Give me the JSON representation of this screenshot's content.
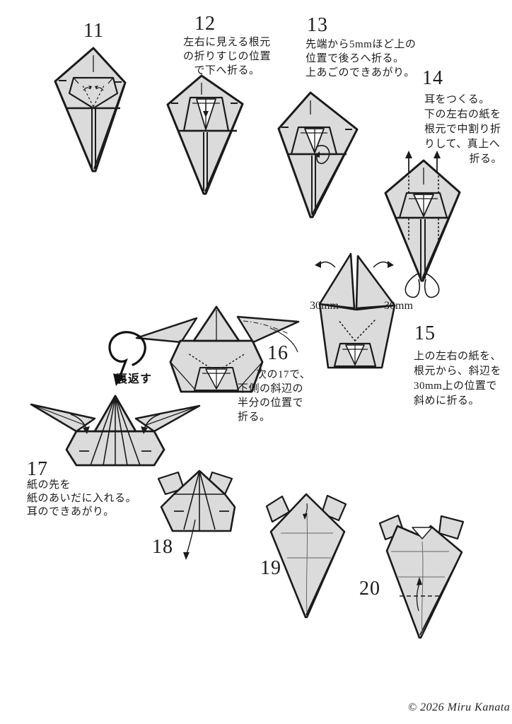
{
  "page": {
    "copyright": "© 2026 Miru Kanata"
  },
  "labels": {
    "turn_over": "裏返す",
    "measure_left": "30mm",
    "measure_right": "30mm"
  },
  "colors": {
    "paper_fill": "#dbdbdb",
    "line": "#1b1b1b",
    "background": "#ffffff"
  },
  "steps": [
    {
      "number": "11",
      "lines": []
    },
    {
      "number": "12",
      "lines": [
        "左右に見える根元",
        "の折りすじの位置",
        "で下へ折る。"
      ]
    },
    {
      "number": "13",
      "lines": [
        "先端から5mmほど上の",
        "位置で後ろへ折る。",
        "上あごのできあがり。"
      ]
    },
    {
      "number": "14",
      "lines": [
        "耳をつくる。",
        "下の左右の紙を",
        "根元で中割り折",
        "りして、真上へ",
        "折る。"
      ]
    },
    {
      "number": "15",
      "lines": [
        "上の左右の紙を、",
        "根元から、斜辺を",
        "30mm上の位置で",
        "斜めに折る。"
      ]
    },
    {
      "number": "16",
      "lines": [
        "次の17で、",
        "下側の斜辺の",
        "半分の位置で",
        "折る。"
      ]
    },
    {
      "number": "17",
      "lines": [
        "紙の先を",
        "紙のあいだに入れる。",
        "耳のできあがり。"
      ]
    },
    {
      "number": "18",
      "lines": []
    },
    {
      "number": "19",
      "lines": []
    },
    {
      "number": "20",
      "lines": []
    }
  ]
}
